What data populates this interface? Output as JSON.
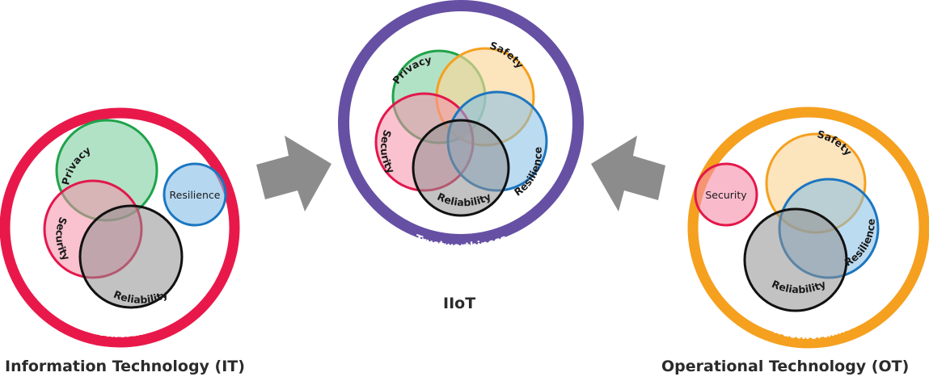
{
  "colors": {
    "it_ring": "#e8194a",
    "iiot_ring": "#6650a4",
    "ot_ring": "#f5a01f",
    "arrow": "#8c8c8c",
    "privacy_stroke": "#1fa34a",
    "privacy_fill": "#7fcfa0",
    "security_stroke": "#e3174b",
    "security_fill": "#f58ea8",
    "reliability_stroke": "#111111",
    "reliability_fill": "#8f8f8f",
    "resilience_stroke": "#1b76c0",
    "resilience_fill": "#84bde6",
    "safety_stroke": "#f5a01f",
    "safety_fill": "#fbd59a"
  },
  "it": {
    "ring_label": "IT Trustworthiness",
    "caption": "Information Technology (IT)",
    "labels": {
      "privacy": "Privacy",
      "security": "Security",
      "reliability": "Reliability",
      "resilience": "Resilience"
    }
  },
  "iiot": {
    "ring_label": "Trustworthiness",
    "caption": "IIoT",
    "labels": {
      "privacy": "Privacy",
      "safety": "Safety",
      "security": "Security",
      "resilience": "Resilience",
      "reliability": "Reliability"
    }
  },
  "ot": {
    "ring_label": "OT Trustworthiness",
    "caption": "Operational Technology (OT)",
    "labels": {
      "security": "Security",
      "safety": "Safety",
      "resilience": "Resilience",
      "reliability": "Reliability"
    }
  }
}
